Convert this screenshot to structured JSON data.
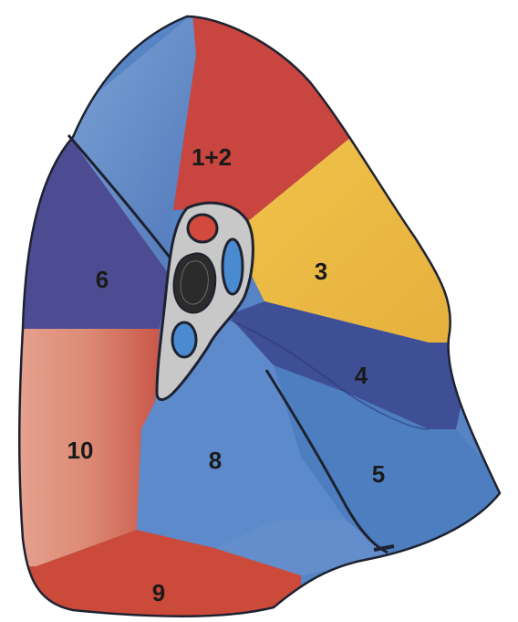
{
  "diagram": {
    "segments": [
      {
        "id": "s12",
        "label": "1+2",
        "color": "#c9453f"
      },
      {
        "id": "s3",
        "label": "3",
        "color": "#eab944"
      },
      {
        "id": "s4",
        "label": "4",
        "color": "#3f4f96"
      },
      {
        "id": "s5",
        "label": "5",
        "color": "#4d7ec0"
      },
      {
        "id": "s6",
        "label": "6",
        "color": "#4d4c92"
      },
      {
        "id": "s8",
        "label": "8",
        "color": "#5684c4"
      },
      {
        "id": "s9",
        "label": "9",
        "color": "#cc4a3a"
      },
      {
        "id": "s10",
        "label": "10",
        "color": "#d9806c"
      }
    ],
    "hilum": {
      "background": "#c8c8c8",
      "artery_color": "#d34a3c",
      "vein_color": "#4a8ad0",
      "bronchus_color": "#2b2b2b"
    },
    "outline_color": "#1e2230"
  }
}
